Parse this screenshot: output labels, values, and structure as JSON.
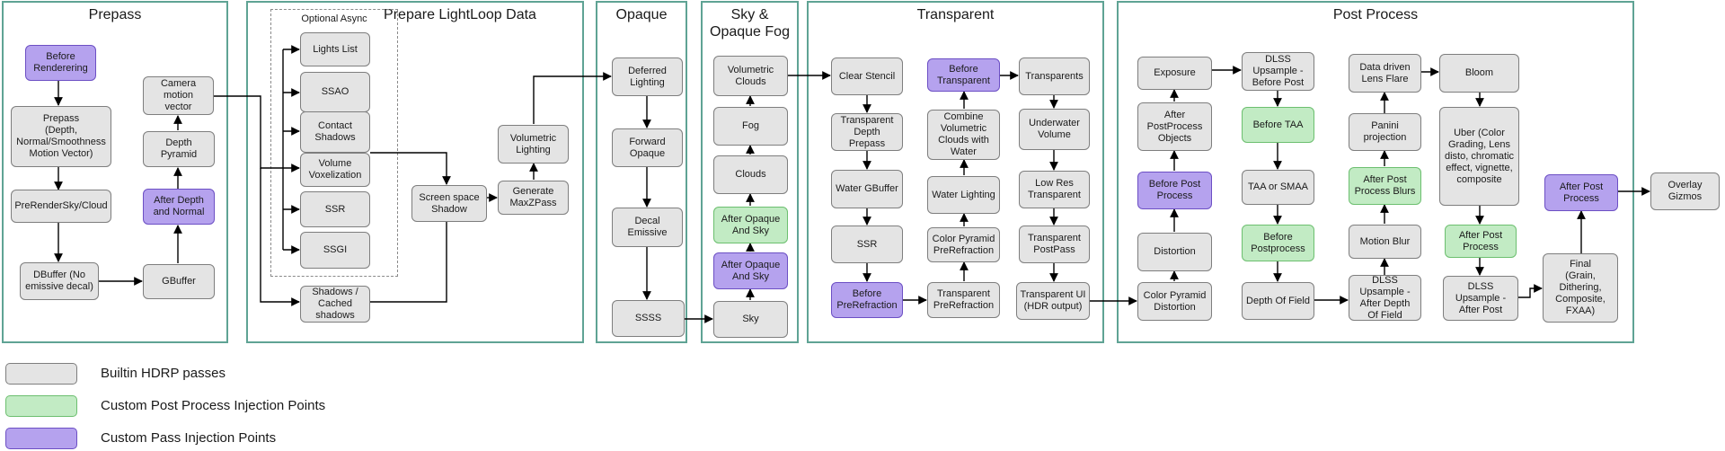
{
  "sections": {
    "prepass": "Prepass",
    "lightloop": "Prepare LightLoop Data",
    "opaque": "Opaque",
    "sky": "Sky &\nOpaque Fog",
    "transparent": "Transparent",
    "post": "Post Process"
  },
  "async_title": "Optional Async",
  "nodes": {
    "before_rendering": "Before\nRenderering",
    "prepass": "Prepass\n(Depth,\nNormal/Smoothness\nMotion Vector)",
    "prerender_sky": "PreRenderSky/Cloud",
    "dbuffer": "DBuffer (No\nemissive decal)",
    "gbuffer": "GBuffer",
    "after_depth_normal": "After Depth\nand Normal",
    "depth_pyramid": "Depth Pyramid",
    "camera_motion": "Camera motion\nvector",
    "lights_list": "Lights List",
    "ssao": "SSAO",
    "contact_shadows": "Contact\nShadows",
    "volume_voxel": "Volume\nVoxelization",
    "ssr_async": "SSR",
    "ssgi": "SSGI",
    "shadows_cached": "Shadows /\nCached\nshadows",
    "screen_shadow": "Screen space\nShadow",
    "max_z": "Generate\nMaxZPass",
    "vol_lighting": "Volumetric\nLighting",
    "deferred": "Deferred\nLighting",
    "forward": "Forward\nOpaque",
    "decal_emissive": "Decal Emissive",
    "ssss": "SSSS",
    "vol_clouds": "Volumetric\nClouds",
    "fog": "Fog",
    "clouds": "Clouds",
    "after_opaque_green": "After Opaque\nAnd Sky",
    "after_opaque_purple": "After Opaque\nAnd Sky",
    "sky": "Sky",
    "clear_stencil": "Clear Stencil",
    "transp_depth_prepass": "Transparent\nDepth Prepass",
    "water_gbuffer": "Water GBuffer",
    "ssr_t": "SSR",
    "before_prerefraction": "Before\nPreRefraction",
    "before_transparent": "Before\nTransparent",
    "combine_clouds": "Combine\nVolumetric\nClouds with\nWater",
    "water_lighting": "Water Lighting",
    "color_pyr_prerefr": "Color Pyramid\nPreRefraction",
    "transp_prerefr": "Transparent\nPreRefraction",
    "transparents": "Transparents",
    "underwater": "Underwater\nVolume",
    "low_res": "Low Res\nTransparent",
    "transp_postpass": "Transparent\nPostPass",
    "transp_ui": "Transparent UI\n(HDR output)",
    "exposure": "Exposure",
    "after_pp_objects": "After\nPostProcess\nObjects",
    "before_post": "Before Post\nProcess",
    "distortion": "Distortion",
    "color_pyr_dist": "Color Pyramid\nDistortion",
    "dlss_before": "DLSS\nUpsample -\nBefore Post",
    "before_taa": "Before TAA",
    "taa": "TAA or SMAA",
    "before_postprocess": "Before\nPostprocess",
    "dof": "Depth Of Field",
    "lens_flare": "Data driven\nLens Flare",
    "panini": "Panini\nprojection",
    "after_pp_blurs": "After Post\nProcess Blurs",
    "motion_blur": "Motion Blur",
    "dlss_after_dof": "DLSS\nUpsample -\nAfter Depth\nOf Field",
    "bloom": "Bloom",
    "uber": "Uber (Color\nGrading, Lens\ndisto, chromatic\neffect, vignette,\ncomposite",
    "after_post_green": "After Post\nProcess",
    "dlss_after_post": "DLSS\nUpsample -\nAfter Post",
    "final": "Final\n(Grain,\nDithering,\nComposite,\nFXAA)",
    "after_post_purple": "After Post\nProcess",
    "overlay": "Overlay\nGizmos"
  },
  "legend": {
    "builtin": "Builtin HDRP passes",
    "custom_post": "Custom Post Process Injection Points",
    "custom_pass": "Custom Pass Injection Points"
  },
  "colors": {
    "section_border": "#5fa394",
    "builtin_fill": "#e4e4e4",
    "builtin_border": "#7e7e7e",
    "custom_post_fill": "#c2ebc4",
    "custom_post_border": "#6cbf6f",
    "custom_pass_fill": "#b5a2ee",
    "custom_pass_border": "#6c4fc4"
  }
}
